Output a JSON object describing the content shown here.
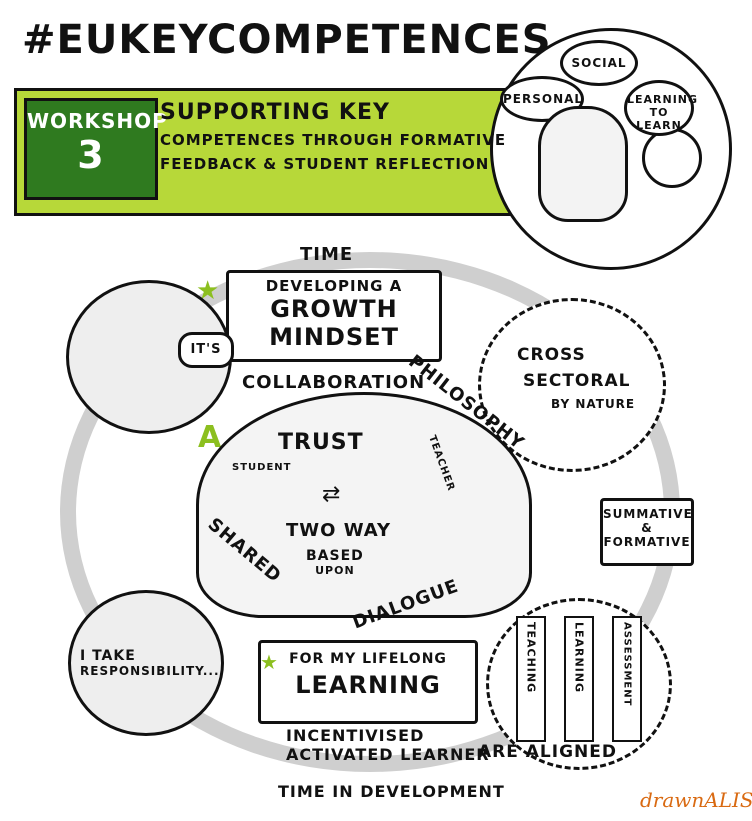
{
  "title": "#EUKEYCOMPETENCES",
  "workshop": {
    "label": "WORKSHOP",
    "number": "3"
  },
  "headline": [
    "SUPPORTING KEY",
    "COMPETENCES THROUGH FORMATIVE",
    "FEEDBACK & STUDENT REFLECTION"
  ],
  "bubbles": {
    "personal": "PERSONAL",
    "social": "SOCIAL",
    "learning_to_learn": "LEARNING TO LEARN"
  },
  "time_top": "TIME",
  "growth_mindset": [
    "DEVELOPING A",
    "GROWTH",
    "MINDSET"
  ],
  "its_bubble": "IT'S",
  "cross_sectoral": [
    "CROSS",
    "SECTORAL",
    "BY NATURE"
  ],
  "collab_arc": "COLLABORATION",
  "philosophy_arc": "PHILOSOPHY",
  "a_letter": "A",
  "trust": "TRUST",
  "student_label": "STUDENT",
  "teacher_label": "TEACHER",
  "two_way": "TWO WAY",
  "based_upon": [
    "BASED",
    "UPON"
  ],
  "shared_dialogue": [
    "SHARED",
    "DIALOGUE"
  ],
  "summative_formative": [
    "SUMMATIVE",
    "&",
    "FORMATIVE"
  ],
  "i_take": [
    "I TAKE",
    "RESPONSIBILITY..."
  ],
  "lifelong": [
    "FOR MY LIFELONG",
    "LEARNING"
  ],
  "pillars": [
    "TEACHING",
    "LEARNING",
    "ASSESSMENT"
  ],
  "are_aligned": "ARE ALIGNED",
  "incentivised": [
    "INCENTIVISED",
    "ACTIVATED LEARNER"
  ],
  "time_dev": "TIME IN DEVELOPMENT",
  "brand": "drawnALISM"
}
